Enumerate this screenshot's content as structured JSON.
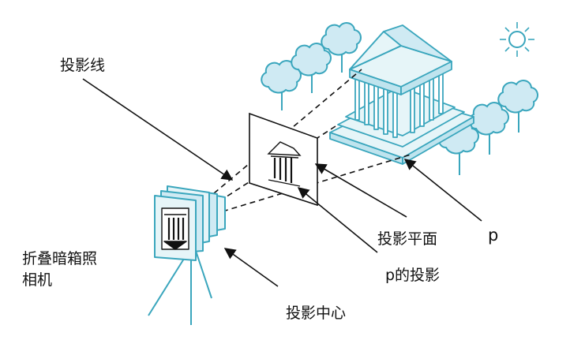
{
  "labels": {
    "projection_line": "投影线",
    "camera_line1": "折叠暗箱照",
    "camera_line2": "相机",
    "projection_plane": "投影平面",
    "point_p": "p",
    "projection_of_p": "p的投影",
    "projection_center": "投影中心"
  },
  "colors": {
    "outline": "#3aa6bd",
    "fill_light": "#e6f5f8",
    "fill_mid": "#bfe4ee",
    "tree_fill": "#cfeaf3",
    "ink": "#111111",
    "sun": "#3aa6bd"
  },
  "icons": [
    "sun-icon",
    "tree-icon",
    "temple-icon",
    "camera-icon",
    "projection-plane-icon"
  ]
}
